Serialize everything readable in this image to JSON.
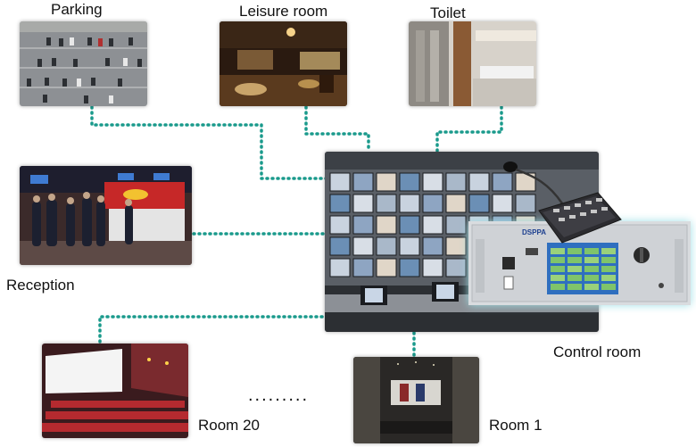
{
  "labels": {
    "parking": "Parking",
    "leisure": "Leisure room",
    "toilet": "Toilet",
    "reception": "Reception",
    "control": "Control room",
    "room20": "Room 20",
    "room1": "Room 1",
    "ellipsis": "........."
  },
  "device": {
    "brand": "DSPPA"
  },
  "colors": {
    "link": "#1a9a8c",
    "glow": "#9fe0e6"
  }
}
